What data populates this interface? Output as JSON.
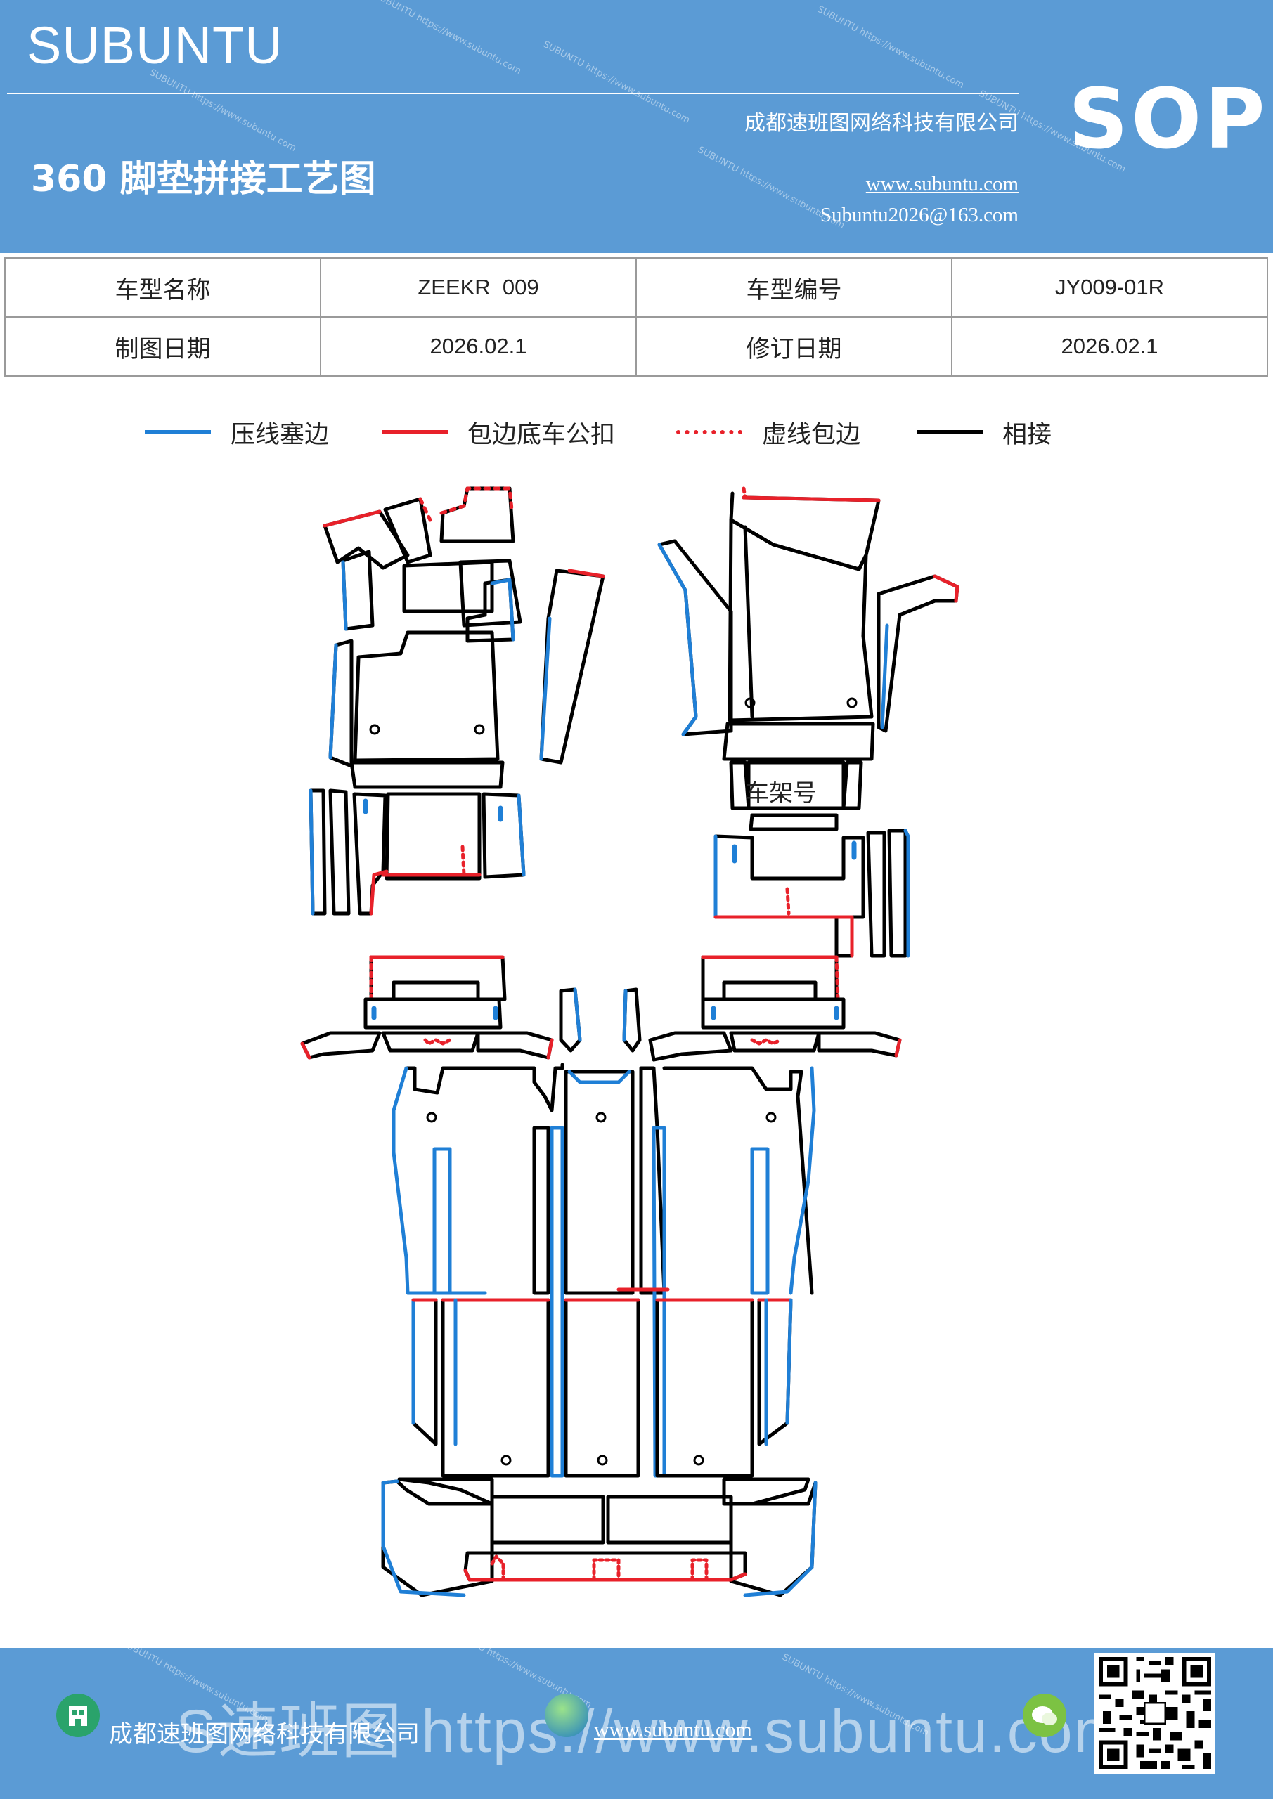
{
  "header": {
    "brand": "SUBUNTU",
    "title": "360 脚垫拼接工艺图",
    "company": "成都速班图网络科技有限公司",
    "website": "www.subuntu.com",
    "email": "Subuntu2026@163.com",
    "badge": "SOP"
  },
  "info_table": {
    "model_name_label": "车型名称",
    "model_name_value": "ZEEKR  009",
    "model_code_label": "车型编号",
    "model_code_value": "JY009-01R",
    "draw_date_label": "制图日期",
    "draw_date_value": "2026.02.1",
    "revise_date_label": "修订日期",
    "revise_date_value": "2026.02.1"
  },
  "legend": [
    {
      "label": "压线塞边",
      "color": "#1f7fd6",
      "style": "solid"
    },
    {
      "label": "包边底车公扣",
      "color": "#e8212a",
      "style": "solid"
    },
    {
      "label": "虚线包边",
      "color": "#e8212a",
      "style": "dotted"
    },
    {
      "label": "相接",
      "color": "#000000",
      "style": "solid"
    }
  ],
  "diagram": {
    "vin_label": "车架号"
  },
  "footer": {
    "company": "成都速班图网络科技有限公司",
    "url": "www.subuntu.com",
    "overlay": "S速班图 https://www.subuntu.com"
  },
  "colors": {
    "header_bg": "#5b9bd5",
    "blue_line": "#1f7fd6",
    "red_line": "#e8212a",
    "black_line": "#000000"
  }
}
